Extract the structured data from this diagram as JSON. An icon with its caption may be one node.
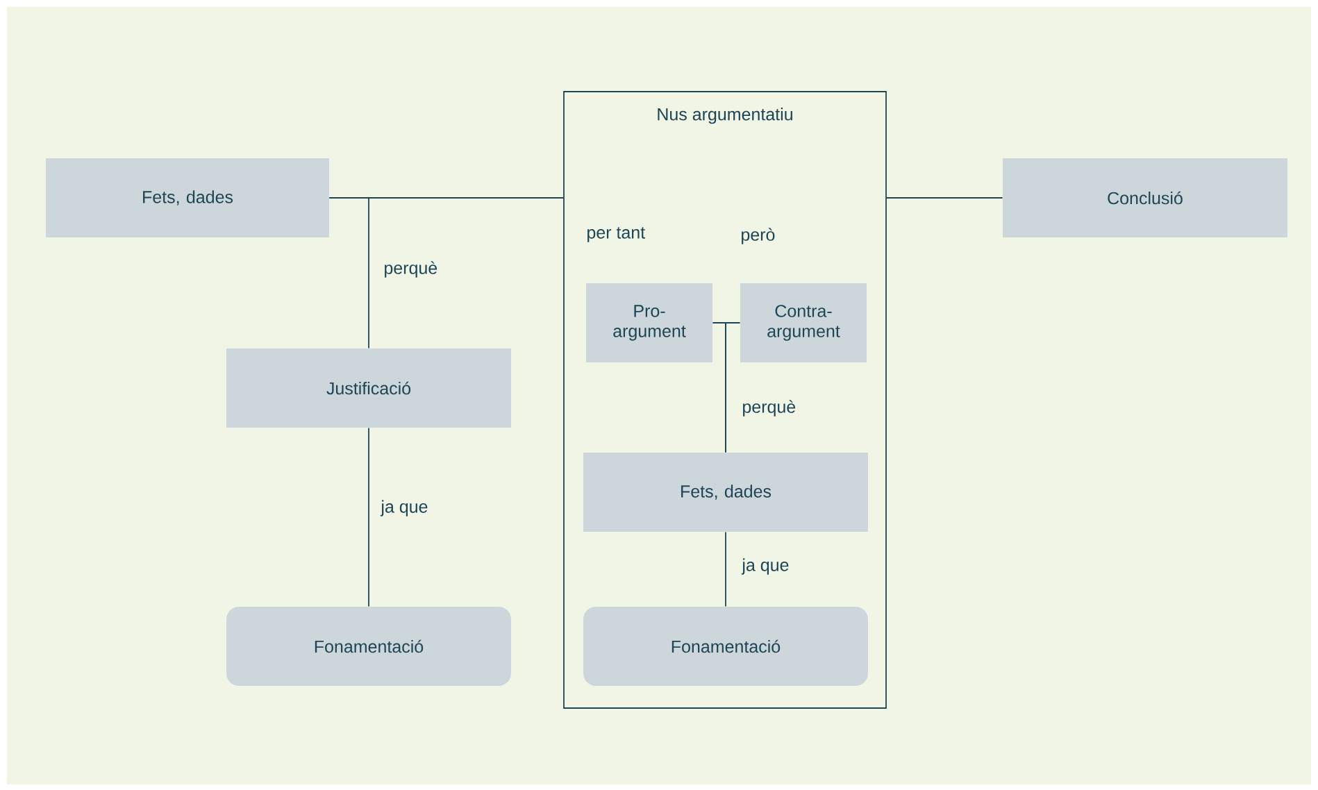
{
  "diagram": {
    "nodes": [
      {
        "text": [
          "Fets, dades"
        ]
      },
      {
        "text": [
          "Nus argumentatiu"
        ]
      },
      {
        "text": [
          "Pro-argument"
        ],
        "in": 1
      },
      {
        "text": [
          "Contra-argument"
        ],
        "in": 1
      },
      {
        "text": [
          "Fets, dades"
        ],
        "in": 1
      },
      {
        "text": [
          "Fonamentació"
        ],
        "in": 1
      },
      {
        "text": [
          "Conclusió"
        ]
      },
      {
        "text": [
          "Justificació"
        ]
      },
      {
        "text": [
          "Fonamentació"
        ]
      }
    ],
    "edges": [
      {
        "from": 0,
        "to": 1,
        "arrow": "none"
      },
      {
        "from": 1,
        "to": 6,
        "arrow": "none"
      },
      {
        "from": 0,
        "to": 7,
        "arrow": "none",
        "label": "perquè"
      },
      {
        "from": 7,
        "to": 8,
        "arrow": "none",
        "label": "ja que"
      },
      {
        "from": 2,
        "to": 4,
        "arrow": "none",
        "label": "perquè"
      },
      {
        "from": 3,
        "to": 4,
        "arrow": "none"
      },
      {
        "from": 4,
        "to": 5,
        "arrow": "none",
        "label": "ja que"
      }
    ],
    "labels": [
      "per tant",
      "però"
    ]
  }
}
